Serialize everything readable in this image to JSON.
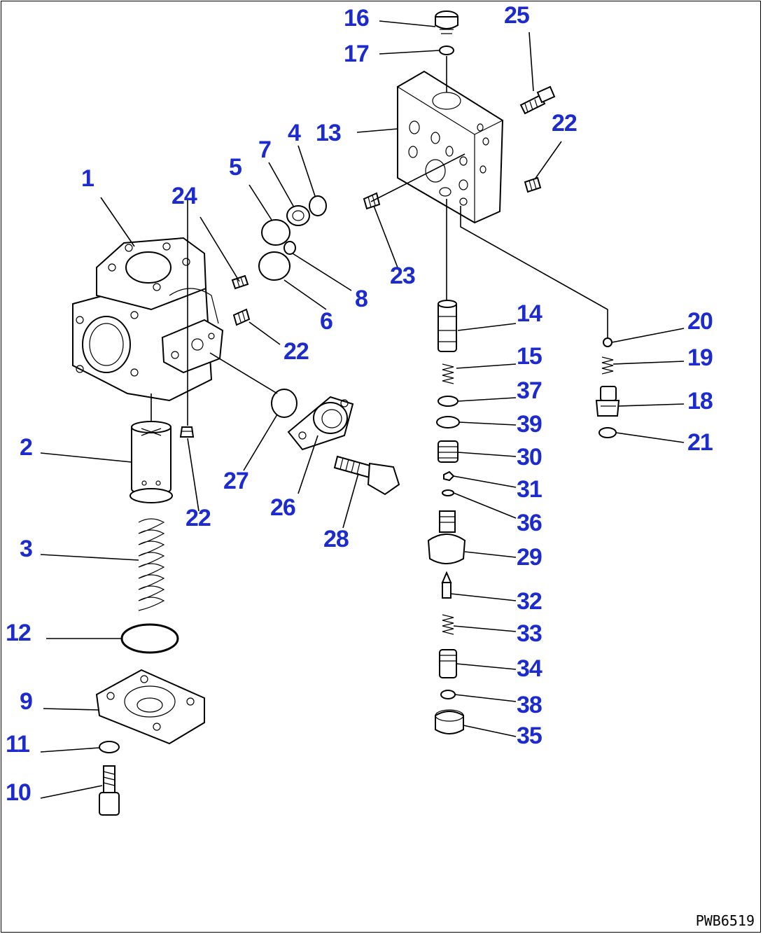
{
  "drawing_code": "PWB6519",
  "colors": {
    "label": "#1c2bd0",
    "line": "#000000",
    "background": "#ffffff"
  },
  "labels": [
    {
      "id": "l16",
      "text": "16"
    },
    {
      "id": "l17",
      "text": "17"
    },
    {
      "id": "l25",
      "text": "25"
    },
    {
      "id": "l13",
      "text": "13"
    },
    {
      "id": "l22a",
      "text": "22"
    },
    {
      "id": "l4",
      "text": "4"
    },
    {
      "id": "l7",
      "text": "7"
    },
    {
      "id": "l5",
      "text": "5"
    },
    {
      "id": "l1",
      "text": "1"
    },
    {
      "id": "l24",
      "text": "24"
    },
    {
      "id": "l23",
      "text": "23"
    },
    {
      "id": "l8",
      "text": "8"
    },
    {
      "id": "l6",
      "text": "6"
    },
    {
      "id": "l14",
      "text": "14"
    },
    {
      "id": "l20",
      "text": "20"
    },
    {
      "id": "l22b",
      "text": "22"
    },
    {
      "id": "l15",
      "text": "15"
    },
    {
      "id": "l19",
      "text": "19"
    },
    {
      "id": "l37",
      "text": "37"
    },
    {
      "id": "l18",
      "text": "18"
    },
    {
      "id": "l39",
      "text": "39"
    },
    {
      "id": "l2",
      "text": "2"
    },
    {
      "id": "l21",
      "text": "21"
    },
    {
      "id": "l30",
      "text": "30"
    },
    {
      "id": "l27",
      "text": "27"
    },
    {
      "id": "l31",
      "text": "31"
    },
    {
      "id": "l26",
      "text": "26"
    },
    {
      "id": "l22c",
      "text": "22"
    },
    {
      "id": "l36",
      "text": "36"
    },
    {
      "id": "l28",
      "text": "28"
    },
    {
      "id": "l3",
      "text": "3"
    },
    {
      "id": "l29",
      "text": "29"
    },
    {
      "id": "l32",
      "text": "32"
    },
    {
      "id": "l12",
      "text": "12"
    },
    {
      "id": "l33",
      "text": "33"
    },
    {
      "id": "l34",
      "text": "34"
    },
    {
      "id": "l9",
      "text": "9"
    },
    {
      "id": "l38",
      "text": "38"
    },
    {
      "id": "l35",
      "text": "35"
    },
    {
      "id": "l11",
      "text": "11"
    },
    {
      "id": "l10",
      "text": "10"
    }
  ]
}
